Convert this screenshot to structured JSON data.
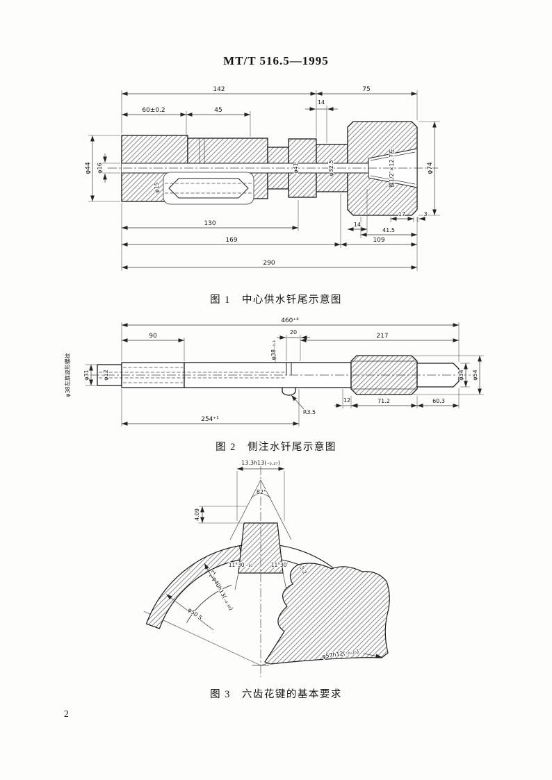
{
  "page": {
    "header": "MT/T 516.5—1995",
    "page_number": "2"
  },
  "fig1": {
    "label": "图 1",
    "title": "中心供水钎尾示意图",
    "dims": {
      "len142": "142",
      "len75": "75",
      "len14a": "14",
      "len60": "60±0.2",
      "len45": "45",
      "dia44": "φ44",
      "dia16": "φ16",
      "dia15": "φ15",
      "dia41": "φ41",
      "dia32_5": "φ32.5",
      "thread": "锥1/2″×12.7左",
      "dia74": "φ74",
      "len17": "17",
      "len3": "3",
      "len14b": "14",
      "len41_5": "41.5",
      "len130": "130",
      "len169": "169",
      "len109": "109",
      "len290": "290"
    }
  },
  "fig2": {
    "label": "图 2",
    "title": "侧注水钎尾示意图",
    "dims": {
      "len460": "460⁺⁴",
      "len90": "90",
      "len20": "20",
      "len217": "217",
      "dia38": "φ38₋₀.₁",
      "thread": "φ38左旋波形螺纹",
      "dia31": "φ31",
      "dia12": "φ12",
      "r3_5": "R3.5",
      "len12": "12",
      "len71_2": "71.2",
      "len60_3": "60.3",
      "len254": "254⁺¹",
      "dia34": "φ34",
      "dia54": "φ54"
    }
  },
  "fig3": {
    "label": "图 3",
    "title": "六齿花键的基本要求",
    "dims": {
      "w13_3": "13.3h13(₋₀.₂₇)",
      "ang82": "82°",
      "h4_09": "4.09",
      "ang11a": "11°30′₋₁₀",
      "ang11b": "11°30′",
      "c2_2": "2.2",
      "c3_2": "3.2",
      "dia40": "φ40h13(₋₀.₃₉)",
      "dia50_5": "φ50.5",
      "dia57": "φ57h12(₋₀.₂₅)"
    }
  }
}
